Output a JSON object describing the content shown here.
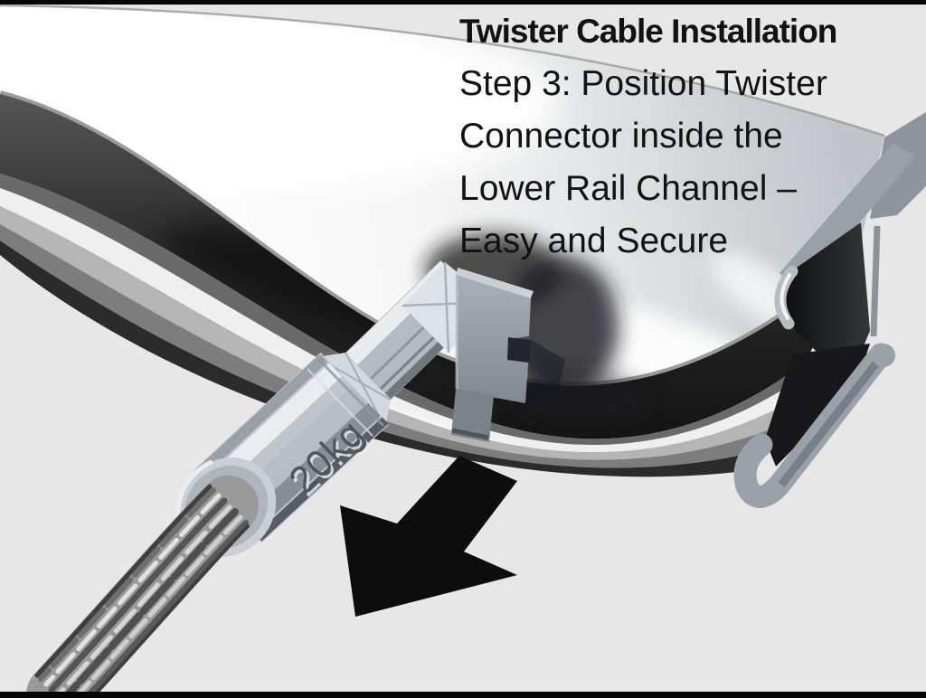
{
  "caption": {
    "title": "Twister Cable Installation",
    "lines": [
      "Step 3: Position Twister",
      "Connector inside the",
      "Lower Rail Channel –",
      "Easy and Secure"
    ]
  },
  "connector": {
    "engraving": "20kg"
  },
  "colors": {
    "background": "#e7e7e7",
    "letterbox_bar": "#060606",
    "arrow": "#0d0d0d",
    "caption_text": "#121212",
    "rail_highlight": "#ffffff",
    "rail_shadow": "#161616",
    "connector_metal": "#b6bdc4"
  }
}
